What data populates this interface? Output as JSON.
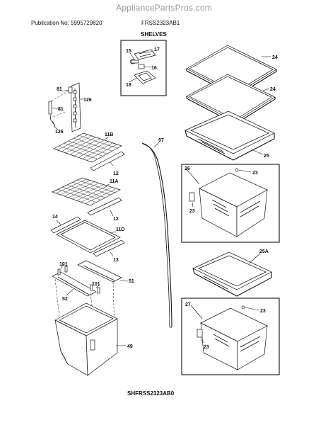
{
  "watermark": "AppliancePartsPros.com",
  "header": {
    "publication": "Publication No: 5995729820",
    "model": "FRSS2323AB1",
    "section": "SHELVES"
  },
  "diagram_code": "SHFRSS2323AB0",
  "callouts": {
    "c15": "15",
    "c17": "17",
    "c16": "16",
    "c18": "18",
    "c24a": "24",
    "c24b": "24",
    "c25": "25",
    "c26": "26",
    "c23a": "23",
    "c23b": "23",
    "c25a": "25A",
    "c27": "27",
    "c23c": "23",
    "c23d": "23",
    "c81a": "81",
    "c126a": "126",
    "c81b": "81",
    "c126b": "126",
    "c11b": "11B",
    "c12a": "12",
    "c97": "97",
    "c11a": "11A",
    "c12b": "12",
    "c14": "14",
    "c11d": "11D",
    "c13": "13",
    "c101a": "101",
    "c51": "51",
    "c101b": "101",
    "c52": "52",
    "c49": "49"
  }
}
